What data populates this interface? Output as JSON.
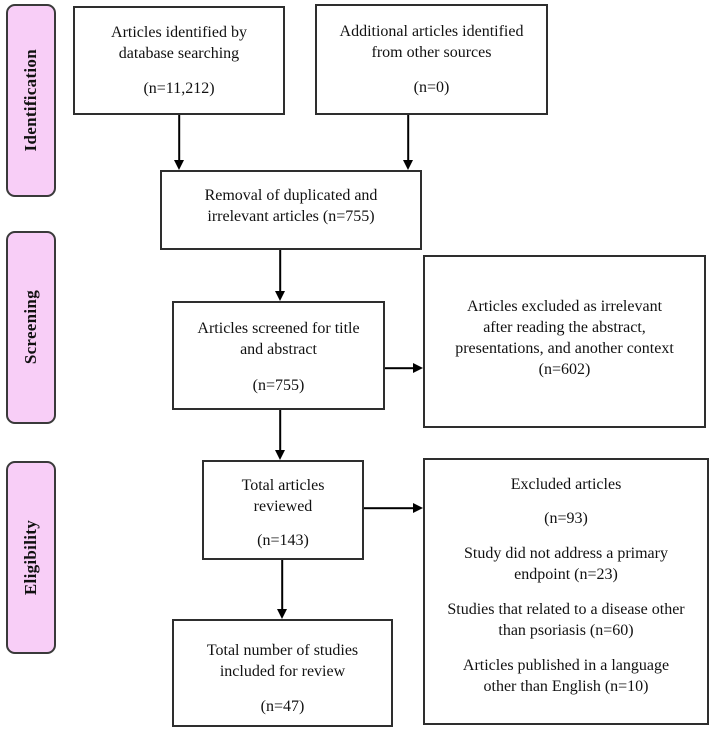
{
  "colors": {
    "background": "#ffffff",
    "stage_fill": "#f8cef7",
    "stage_border": "#3a3a3a",
    "box_border": "#2e2e2e",
    "arrow_color": "#000000"
  },
  "stages": [
    {
      "label": "Identification"
    },
    {
      "label": "Screening"
    },
    {
      "label": "Eligibility"
    }
  ],
  "boxes": {
    "identified": {
      "text": "Articles identified by\ndatabase searching",
      "count": "(n=11,212)"
    },
    "additional": {
      "text": "Additional articles identified\nfrom other sources",
      "count": "(n=0)"
    },
    "removal": {
      "text": "Removal of duplicated and\nirrelevant articles (n=755)"
    },
    "screened": {
      "text": "Articles screened for title\nand abstract",
      "count": "(n=755)"
    },
    "excluded_screening": {
      "text": "Articles excluded as irrelevant\nafter reading the abstract,\npresentations, and another context",
      "count": "(n=602)"
    },
    "reviewed": {
      "text": "Total articles\nreviewed",
      "count": "(n=143)"
    },
    "excluded_eligibility": {
      "title": "Excluded articles",
      "count": "(n=93)",
      "reasons": [
        "Study did not address a primary\nendpoint (n=23)",
        "Studies that related to a disease other\nthan psoriasis (n=60)",
        "Articles published in a language\nother than English (n=10)"
      ]
    },
    "included": {
      "text": "Total number of studies\nincluded for review",
      "count": "(n=47)"
    }
  }
}
